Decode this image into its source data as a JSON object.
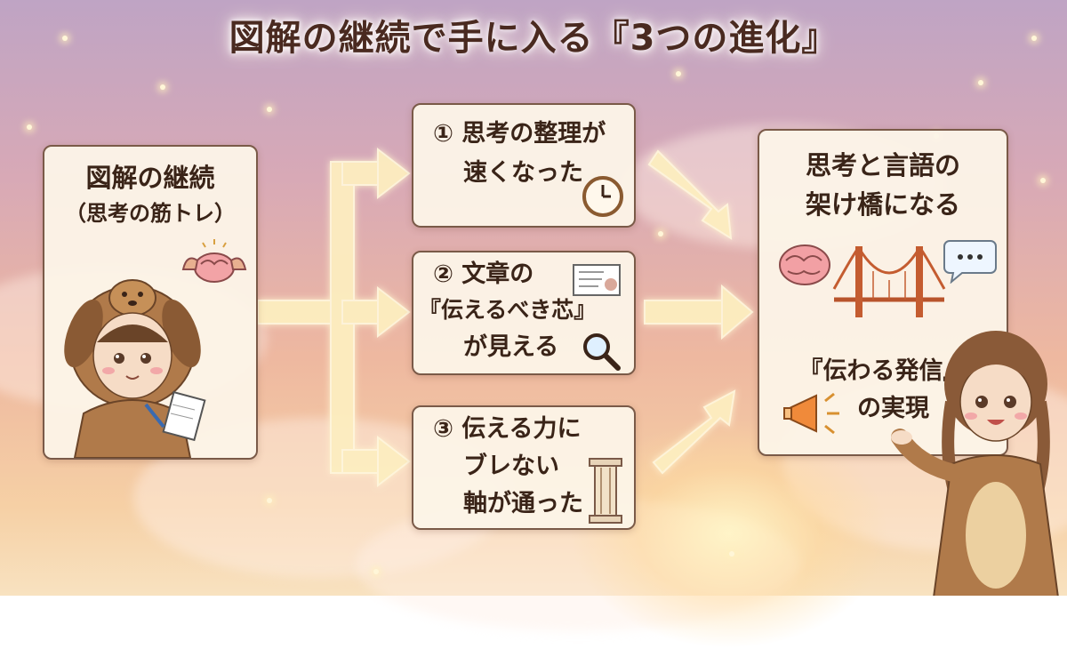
{
  "title": "図解の継続で手に入る『3つの進化』",
  "left_card": {
    "line1": "図解の継続",
    "line2": "（思考の筋トレ）"
  },
  "steps": [
    {
      "lines": [
        "① 思考の整理が",
        "速くなった"
      ],
      "icon": "clock-icon"
    },
    {
      "lines": [
        "② 文章の",
        "『伝えるべき芯』",
        "が見える"
      ],
      "icon": "magnifier-icon"
    },
    {
      "lines": [
        "③ 伝える力に",
        "ブレない",
        "軸が通った"
      ],
      "icon": "pillar-icon"
    }
  ],
  "right_card": {
    "line1": "思考と言語の",
    "line2": "架け橋になる",
    "line3": "『伝わる発信』",
    "line4": "の実現"
  },
  "colors": {
    "arrow": "#fbe6b0",
    "card_border": "#7a5a48",
    "text": "#3a2418"
  }
}
